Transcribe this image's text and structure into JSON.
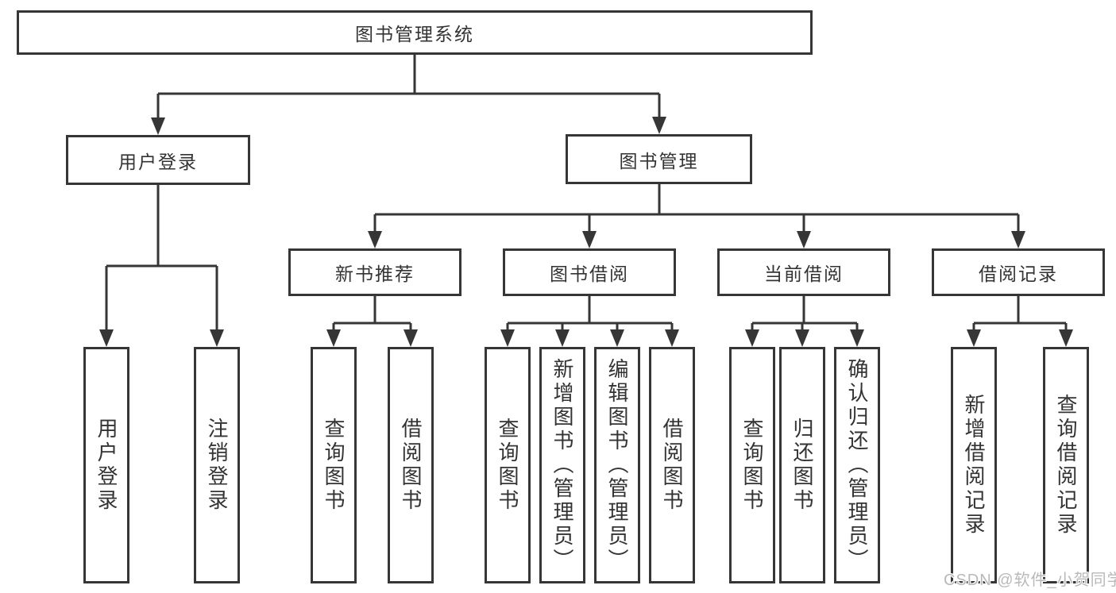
{
  "diagram": {
    "watermark": "CSDN @软件_小贺同学",
    "colors": {
      "line": "#363636",
      "text": "#333333",
      "background": "#ffffff",
      "watermark_text": "#b9b9b9"
    },
    "tree": {
      "root": {
        "label": "图书管理系统",
        "children": [
          {
            "label": "用户登录",
            "children": [
              {
                "label": "用户登录"
              },
              {
                "label": "注销登录"
              }
            ]
          },
          {
            "label": "图书管理",
            "children": [
              {
                "label": "新书推荐",
                "children": [
                  {
                    "label": "查询图书"
                  },
                  {
                    "label": "借阅图书"
                  }
                ]
              },
              {
                "label": "图书借阅",
                "children": [
                  {
                    "label": "查询图书"
                  },
                  {
                    "label": "新增图书（管理员）"
                  },
                  {
                    "label": "编辑图书（管理员）"
                  },
                  {
                    "label": "借阅图书"
                  }
                ]
              },
              {
                "label": "当前借阅",
                "children": [
                  {
                    "label": "查询图书"
                  },
                  {
                    "label": "归还图书"
                  },
                  {
                    "label": "确认归还（管理员）"
                  }
                ]
              },
              {
                "label": "借阅记录",
                "children": [
                  {
                    "label": "新增借阅记录"
                  },
                  {
                    "label": "查询借阅记录"
                  }
                ]
              }
            ]
          }
        ]
      }
    }
  }
}
